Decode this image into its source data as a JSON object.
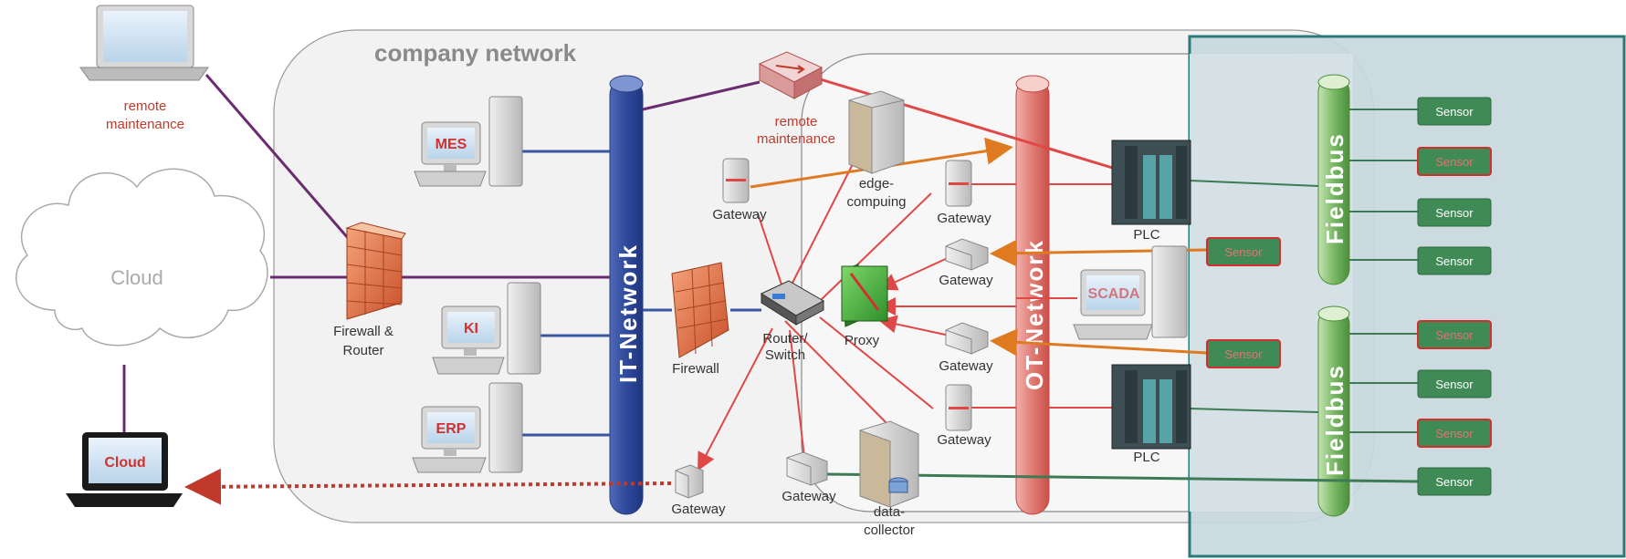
{
  "zones": {
    "company": "company network",
    "it_network": "IT-Network",
    "ot_network": "OT-Network",
    "fieldbus_top": "Fieldbus",
    "fieldbus_bottom": "Fieldbus"
  },
  "external": {
    "remote_maintenance": [
      "remote",
      "maintenance"
    ],
    "cloud": "Cloud",
    "cloud_laptop": "Cloud"
  },
  "nodes": {
    "firewall_router": [
      "Firewall &",
      "Router"
    ],
    "mes": "MES",
    "ki": "KI",
    "erp": "ERP",
    "remote_maintenance_router": [
      "remote",
      "maintenance"
    ],
    "edge_computing": [
      "edge-",
      "compuing"
    ],
    "gateway_top": "Gateway",
    "gateway_bottom_left": "Gateway",
    "gateway_bottom_mid": "Gateway",
    "firewall": "Firewall",
    "router_switch": [
      "Router/",
      "Switch"
    ],
    "proxy": "Proxy",
    "data_collector": [
      "data-",
      "collector"
    ],
    "ot_gateway_1": "Gateway",
    "ot_gateway_2": "Gateway",
    "ot_gateway_3": "Gateway",
    "ot_gateway_4": "Gateway",
    "scada": "SCADA",
    "plc_top": "PLC",
    "plc_bottom": "PLC"
  },
  "sensors": {
    "ot_sensor_1": "Sensor",
    "ot_sensor_2": "Sensor",
    "fb1": [
      "Sensor",
      "Sensor",
      "Sensor",
      "Sensor"
    ],
    "fb2": [
      "Sensor",
      "Sensor",
      "Sensor",
      "Sensor"
    ]
  },
  "colors": {
    "it_line": "#3b55a0",
    "purple_line": "#6a2c70",
    "red_line": "#e04848",
    "orange_line": "#e07a20",
    "green_line": "#3d7a55",
    "sensor_fill": "#3f8a55",
    "field_panel": "#c8d8dd",
    "field_border": "#2a7a7a"
  }
}
